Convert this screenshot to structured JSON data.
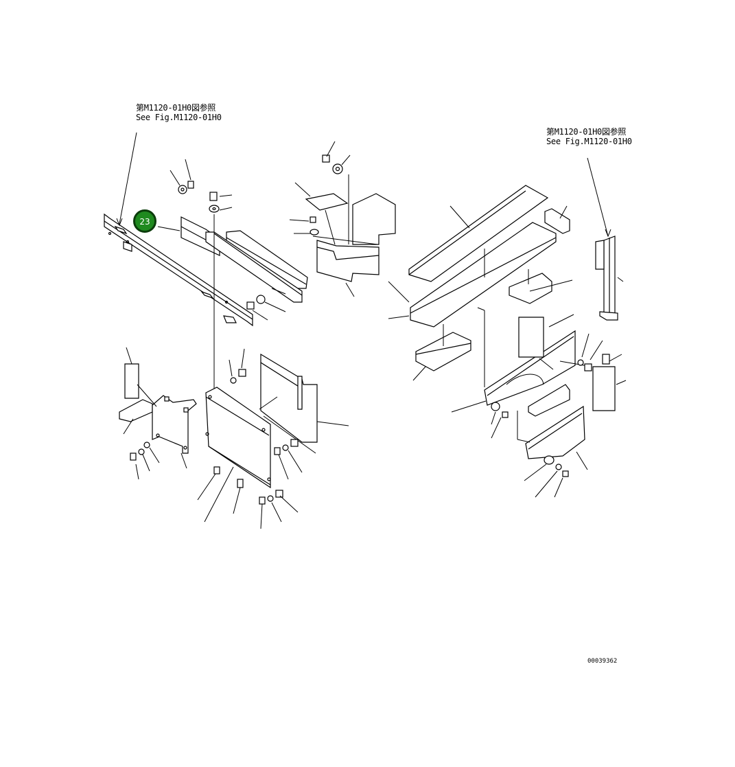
{
  "references": [
    {
      "line1": "第M1120-01H0図参照",
      "line2": "See Fig.M1120-01H0"
    },
    {
      "line1": "第M1120-01H0図参照",
      "line2": "See Fig.M1120-01H0"
    }
  ],
  "callout": {
    "label": "23",
    "color": "#1f8a1f",
    "border": "#0c3d0c"
  },
  "drawing_number": "00039362",
  "line_color": "#000000",
  "background": "#ffffff"
}
